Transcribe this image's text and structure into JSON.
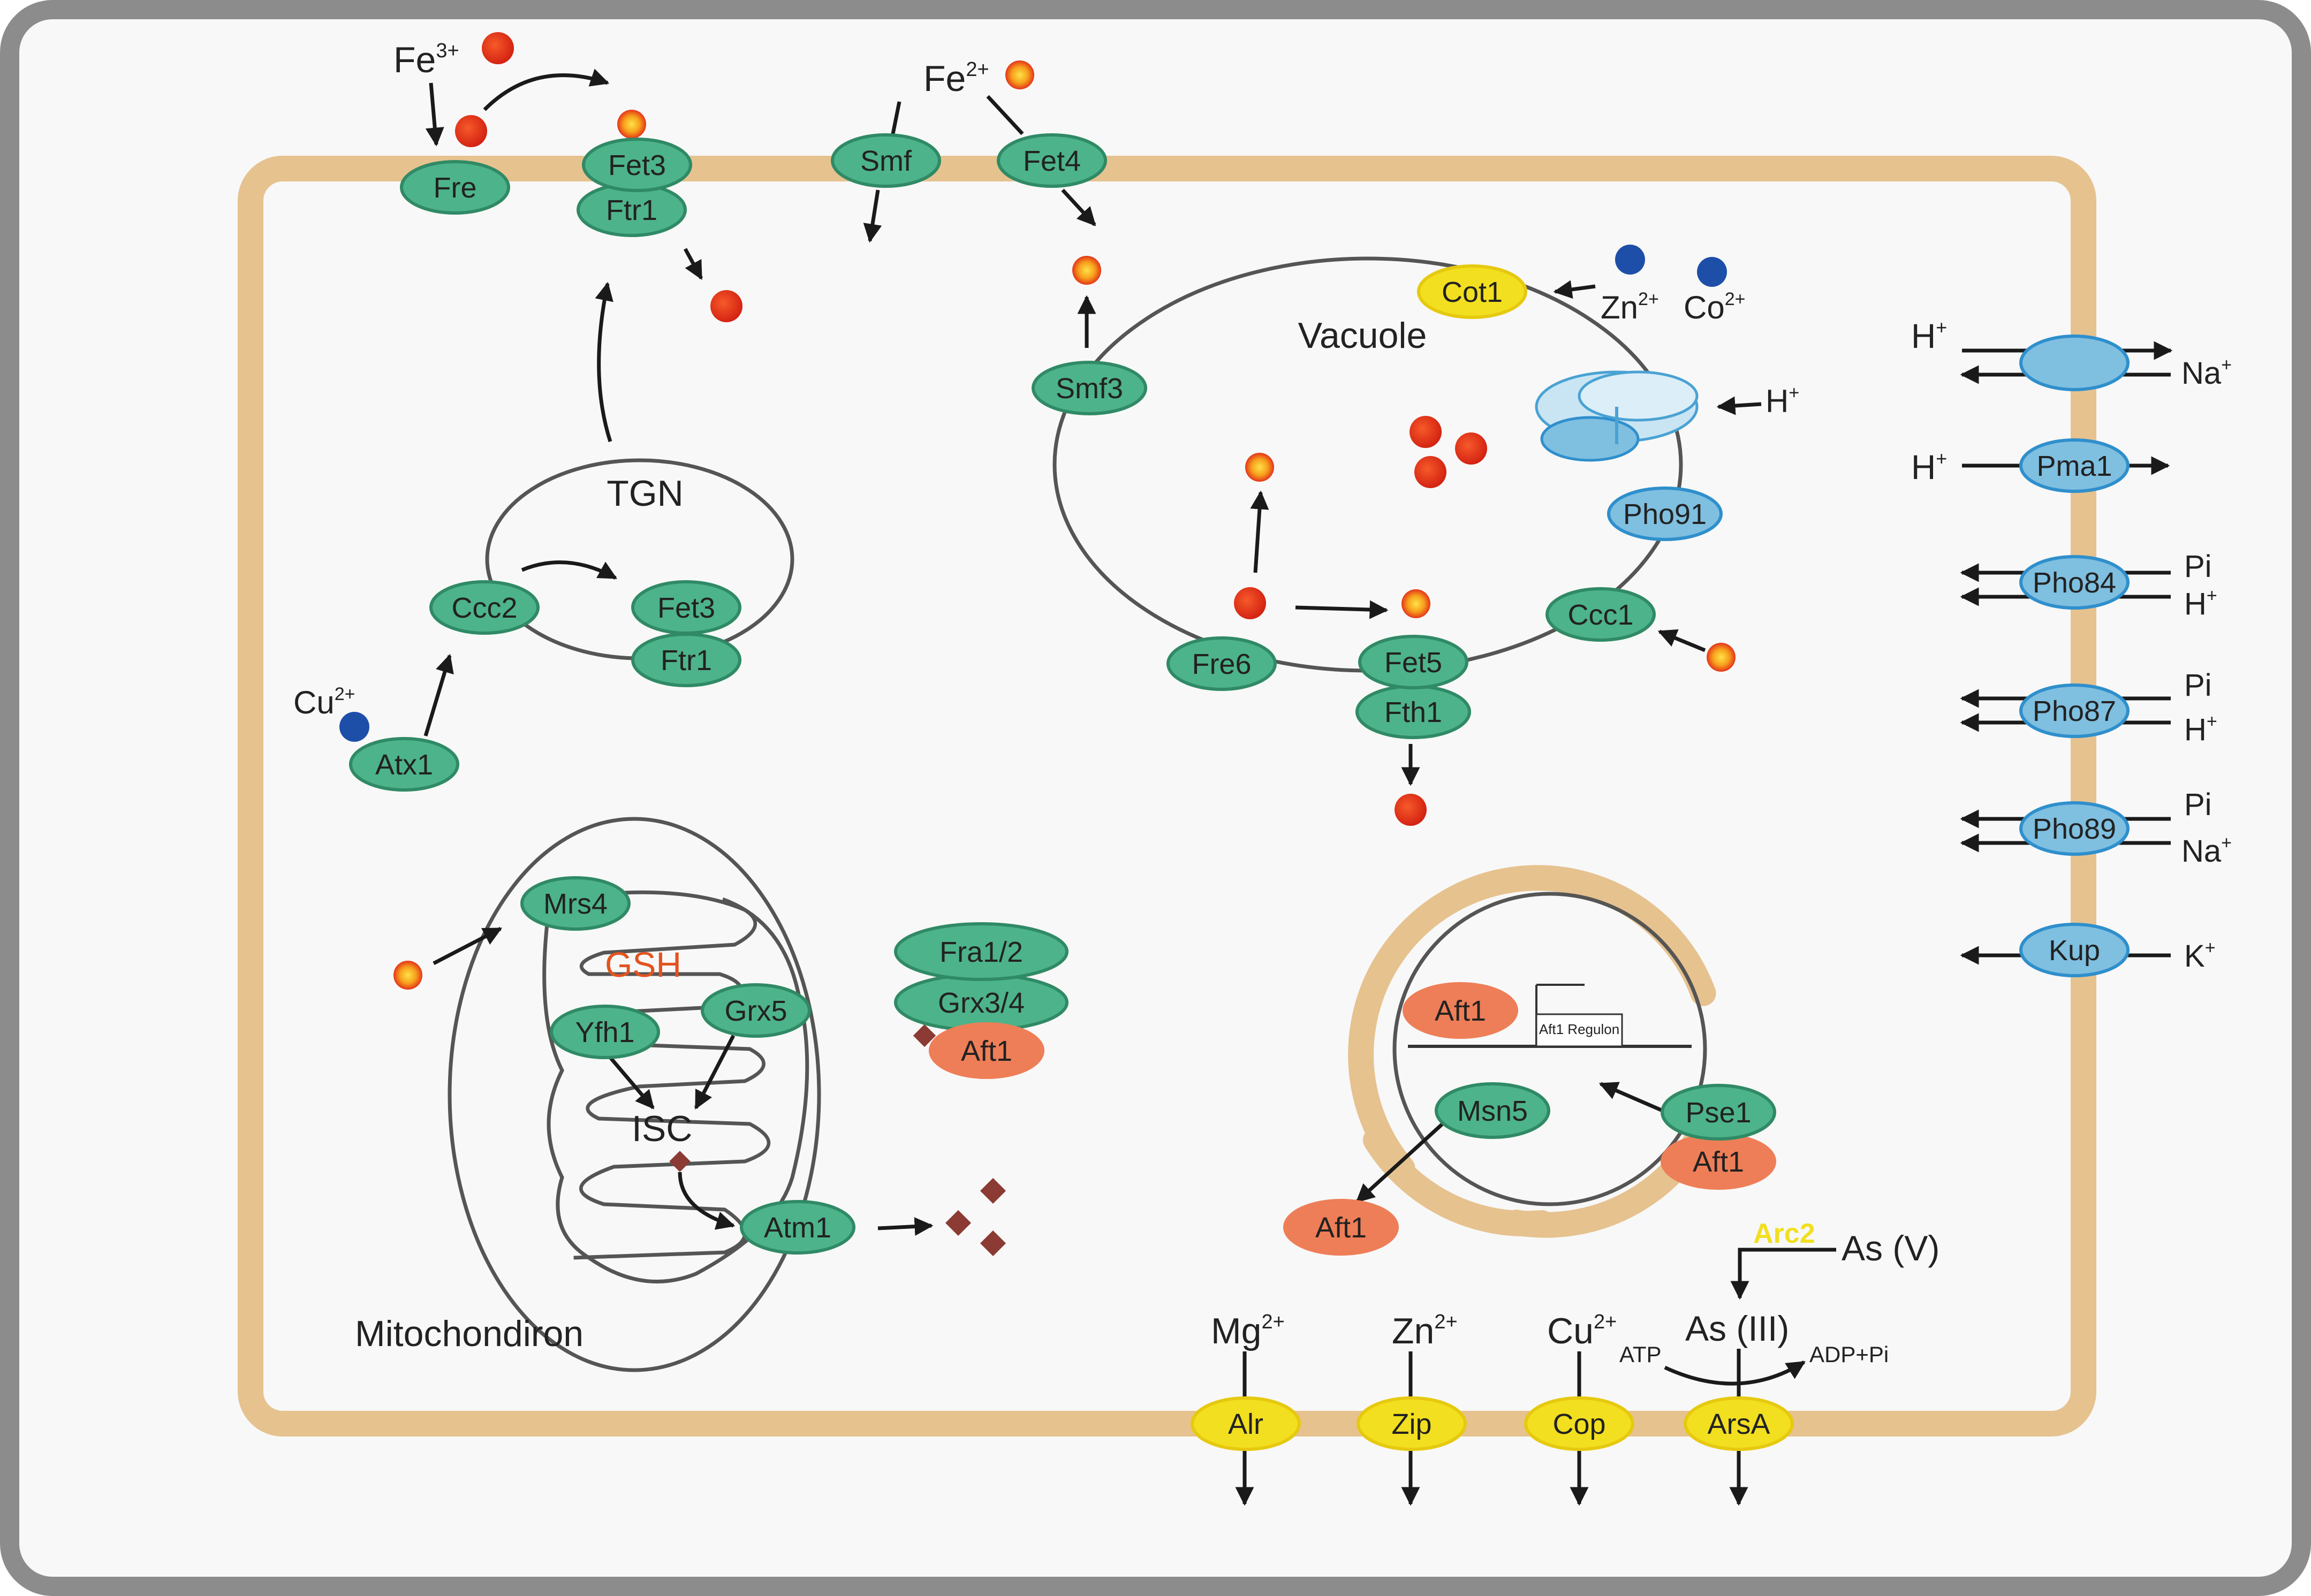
{
  "ions": {
    "fe3": "Fe",
    "fe3_sup": "3+",
    "fe2": "Fe",
    "fe2_sup": "2+",
    "zn_vac": "Zn",
    "zn_vac_sup": "2+",
    "co_vac": "Co",
    "co_vac_sup": "2+",
    "h_vac": "H",
    "h_vac_sup": "+",
    "cu_atx": "Cu",
    "cu_atx_sup": "2+",
    "mg_bottom": "Mg",
    "mg_bottom_sup": "2+",
    "zn_bottom": "Zn",
    "zn_bottom_sup": "2+",
    "cu_bottom": "Cu",
    "cu_bottom_sup": "2+",
    "h1": "H",
    "h1_sup": "+",
    "na1": "Na",
    "na1_sup": "+",
    "h2": "H",
    "h2_sup": "+",
    "pi1": "Pi",
    "h3": "H",
    "h3_sup": "+",
    "pi2": "Pi",
    "h4": "H",
    "h4_sup": "+",
    "pi3": "Pi",
    "na2": "Na",
    "na2_sup": "+",
    "k": "K",
    "k_sup": "+"
  },
  "organelles": {
    "vacuole": "Vacuole",
    "tgn": "TGN",
    "mito": "Mitochondiron",
    "gsh": "GSH",
    "isc": "ISC",
    "aft1_regulon": "Aft1 Regulon"
  },
  "proteins": {
    "fre": "Fre",
    "fet3_top": "Fet3",
    "ftr1_top": "Ftr1",
    "smf": "Smf",
    "fet4": "Fet4",
    "cot1": "Cot1",
    "smf3": "Smf3",
    "pho91": "Pho91",
    "ccc1": "Ccc1",
    "fre6": "Fre6",
    "fet5": "Fet5",
    "fth1": "Fth1",
    "ccc2": "Ccc2",
    "fet3_tgn": "Fet3",
    "ftr1_tgn": "Ftr1",
    "atx1": "Atx1",
    "mrs4": "Mrs4",
    "yfh1": "Yfh1",
    "grx5": "Grx5",
    "atm1": "Atm1",
    "fra12": "Fra1/2",
    "grx34": "Grx3/4",
    "aft1_cyto": "Aft1",
    "aft1_nuc": "Aft1",
    "msn5": "Msn5",
    "pse1": "Pse1",
    "aft1_pse": "Aft1",
    "aft1_out": "Aft1",
    "pma1": "Pma1",
    "pho84": "Pho84",
    "pho87": "Pho87",
    "pho89": "Pho89",
    "kup": "Kup",
    "alr": "Alr",
    "zip": "Zip",
    "cop": "Cop",
    "arsa": "ArsA"
  },
  "arsenic": {
    "arc2": "Arc2",
    "as5": "As (V)",
    "as3": "As (III)",
    "atp": "ATP",
    "adp": "ADP+Pi"
  },
  "colors": {
    "membrane": "#e6c28f",
    "transporter_green": "#4db38a",
    "transporter_yellow": "#f2df1f",
    "transporter_blue": "#7fbfe0",
    "aft1_orange": "#ee7e57",
    "fe3_red": "#e2331b",
    "fe2_orange": "#f29a1a",
    "cu_blue": "#1e4fa8",
    "clusters": "#8b3b33"
  }
}
